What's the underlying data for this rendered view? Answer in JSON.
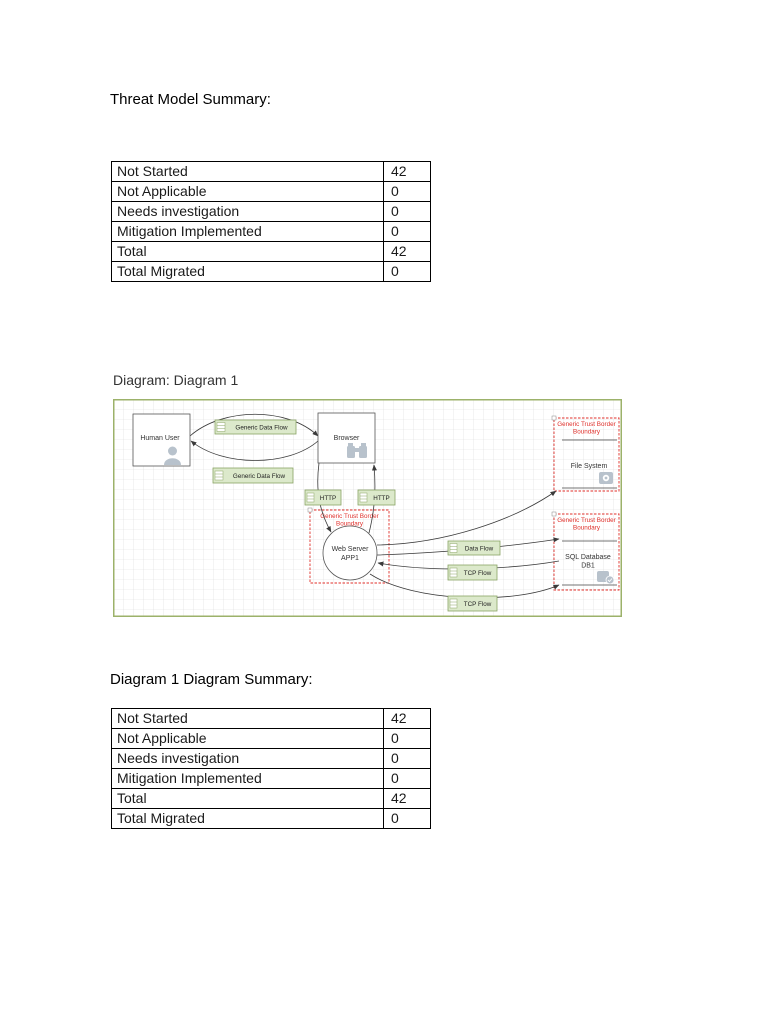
{
  "threat_model_summary": {
    "title": "Threat Model Summary:",
    "rows": [
      {
        "label": "Not Started",
        "count": 42
      },
      {
        "label": "Not Applicable",
        "count": 0
      },
      {
        "label": "Needs investigation",
        "count": 0
      },
      {
        "label": "Mitigation Implemented",
        "count": 0
      },
      {
        "label": "Total",
        "count": 42
      },
      {
        "label": "Total Migrated",
        "count": 0
      }
    ]
  },
  "diagram": {
    "caption": "Diagram: Diagram 1",
    "entities": [
      {
        "label": "Human User",
        "icon": "person-icon"
      },
      {
        "label": "Browser",
        "icon": "binoculars-icon"
      }
    ],
    "processes": [
      {
        "label_lines": [
          "Web Server",
          "APP1"
        ]
      }
    ],
    "data_stores": [
      {
        "label_lines": [
          "File System"
        ],
        "icon": "file-system-icon"
      },
      {
        "label_lines": [
          "SQL Database",
          "DB1"
        ],
        "icon": "database-icon"
      }
    ],
    "trust_boundaries": [
      {
        "label_lines": [
          "Generic Trust Border",
          "Boundary"
        ]
      },
      {
        "label_lines": [
          "Generic Trust Border",
          "Boundary"
        ]
      },
      {
        "label_lines": [
          "Generic Trust Border",
          "Boundary"
        ]
      }
    ],
    "flows": [
      {
        "label": "Generic Data Flow"
      },
      {
        "label": "Generic Data Flow"
      },
      {
        "label": "HTTP"
      },
      {
        "label": "HTTP"
      },
      {
        "label": "Data Flow"
      },
      {
        "label": "TCP Flow"
      },
      {
        "label": "TCP Flow"
      }
    ],
    "colors": {
      "frame": "#9cb26a",
      "grid": "#dadada",
      "boundary": "#e0302b",
      "flow_label_fill": "#dce9cb",
      "flow_label_stroke": "#8aa465",
      "icon": "#b8c2cc",
      "line": "#3a3a3a"
    }
  },
  "diagram_summary": {
    "title": "Diagram 1 Diagram Summary:",
    "rows": [
      {
        "label": "Not Started",
        "count": 42
      },
      {
        "label": "Not Applicable",
        "count": 0
      },
      {
        "label": "Needs investigation",
        "count": 0
      },
      {
        "label": "Mitigation Implemented",
        "count": 0
      },
      {
        "label": "Total",
        "count": 42
      },
      {
        "label": "Total Migrated",
        "count": 0
      }
    ]
  }
}
